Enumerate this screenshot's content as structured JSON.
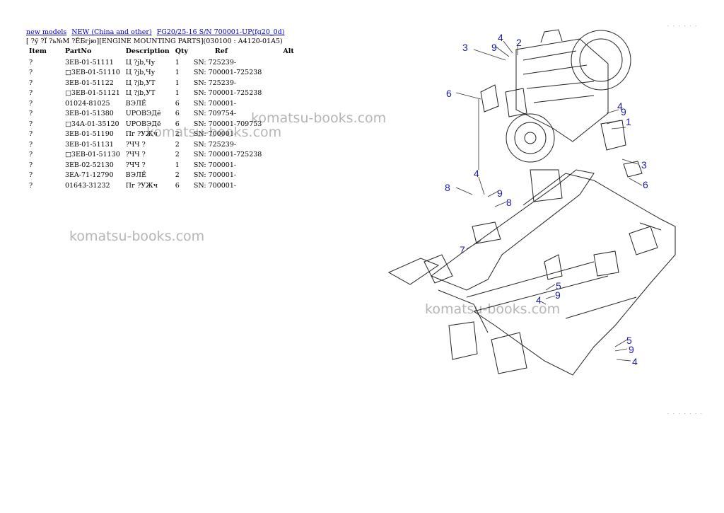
{
  "breadcrumb": {
    "links": [
      "new models",
      "NEW (China and other)",
      "FG20/25-16 S/N 700001-UP(fg20_0d)"
    ]
  },
  "subtitle": "[ ?ў ?Ї ?ь№М ?ЁБгјю][ENGINE MOUNTING PARTS](030100 : A4120-01A5)",
  "table": {
    "headers": [
      "Item",
      "PartNo",
      "Description",
      "Qty",
      "Ref",
      "Alt"
    ],
    "rows": [
      [
        "?",
        "3EB-01-51111",
        "Ц ?јb,Чу",
        "1",
        "SN: 725239-",
        ""
      ],
      [
        "?",
        "□3EB-01-51110",
        "Ц ?јb,Чу",
        "1",
        "SN: 700001-725238",
        ""
      ],
      [
        "?",
        "3EB-01-51122",
        "Ц ?јb,УТ",
        "1",
        "SN: 725239-",
        ""
      ],
      [
        "?",
        "□3EB-01-51121",
        "Ц ?јb,УТ",
        "1",
        "SN: 700001-725238",
        ""
      ],
      [
        "?",
        "01024-81025",
        "ВЭЛЁ",
        "6",
        "SN: 700001-",
        ""
      ],
      [
        "?",
        "3EB-01-51380",
        "UРОВЭДё",
        "6",
        "SN: 709754-",
        ""
      ],
      [
        "?",
        "□34A-01-35120",
        "UРОВЭДё",
        "6",
        "SN: 700001-709753",
        ""
      ],
      [
        "?",
        "3EB-01-51190",
        "Пг ?УЖч",
        "2",
        "SN: 700001-",
        ""
      ],
      [
        "?",
        "3EB-01-51131",
        "?ЧЧ ?",
        "2",
        "SN: 725239-",
        ""
      ],
      [
        "?",
        "□3EB-01-51130",
        "?ЧЧ ?",
        "2",
        "SN: 700001-725238",
        ""
      ],
      [
        "?",
        "3EB-02-52130",
        "?ЧЧ ?",
        "1",
        "SN: 700001-",
        ""
      ],
      [
        "?",
        "3EA-71-12790",
        "ВЭЛЁ",
        "2",
        "SN: 700001-",
        ""
      ],
      [
        "?",
        "01643-31232",
        "Пг ?УЖч",
        "6",
        "SN: 700001-",
        ""
      ]
    ]
  },
  "watermarks": [
    "komatsu-books.com",
    "komatsu-books.com",
    "komatsu-books.com",
    "komatsu-books.com"
  ],
  "diagram": {
    "callouts": [
      "3",
      "9",
      "4",
      "2",
      "6",
      "4",
      "9",
      "1",
      "3",
      "6",
      "4",
      "8",
      "9",
      "8",
      "7",
      "5",
      "9",
      "4",
      "5",
      "9",
      "4"
    ],
    "corner_top": "· · · · · ·",
    "corner_bottom": "· · · · · · ·"
  },
  "colors": {
    "link": "#0000cc",
    "callout": "#1a1aa0"
  }
}
